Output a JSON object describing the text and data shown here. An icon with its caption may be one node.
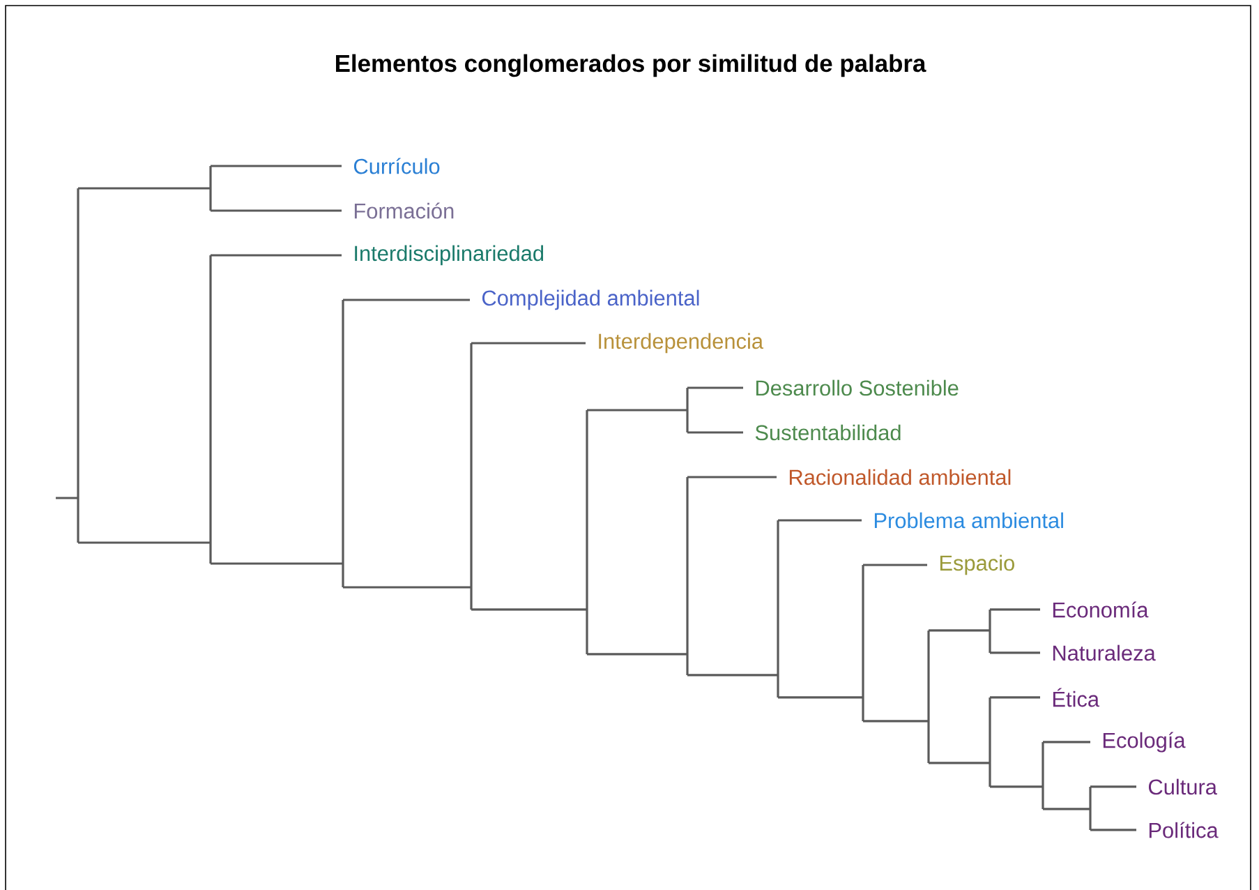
{
  "diagram": {
    "title": "Elementos conglomerados por similitud de palabra",
    "nodes": [
      {
        "text": [
          "Currículo"
        ]
      },
      {
        "text": [
          "Formación"
        ]
      },
      {
        "text": [
          "Interdisciplinariedad"
        ]
      },
      {
        "text": [
          "Complejidad ambiental"
        ]
      },
      {
        "text": [
          "Interdependencia"
        ]
      },
      {
        "text": [
          "Desarrollo Sostenible"
        ]
      },
      {
        "text": [
          "Sustentabilidad"
        ]
      },
      {
        "text": [
          "Racionalidad ambiental"
        ]
      },
      {
        "text": [
          "Problema ambiental"
        ]
      },
      {
        "text": [
          "Espacio"
        ]
      },
      {
        "text": [
          "Economía"
        ]
      },
      {
        "text": [
          "Naturaleza"
        ]
      },
      {
        "text": [
          "Ética"
        ]
      },
      {
        "text": [
          "Ecología"
        ]
      },
      {
        "text": [
          "Cultura"
        ]
      },
      {
        "text": [
          "Política"
        ]
      },
      {
        "text": [],
        "shape": "bar"
      },
      {
        "text": [],
        "shape": "bar"
      },
      {
        "text": [],
        "shape": "bar"
      },
      {
        "text": [],
        "shape": "bar"
      },
      {
        "text": [],
        "shape": "bar"
      },
      {
        "text": [],
        "shape": "bar"
      },
      {
        "text": [],
        "shape": "bar"
      },
      {
        "text": [],
        "shape": "bar"
      },
      {
        "text": [],
        "shape": "bar"
      },
      {
        "text": [],
        "shape": "bar"
      },
      {
        "text": [],
        "shape": "bar"
      },
      {
        "text": [],
        "shape": "bar"
      },
      {
        "text": [],
        "shape": "bar"
      },
      {
        "text": [],
        "shape": "bar"
      },
      {
        "text": [],
        "shape": "bar"
      }
    ],
    "edges": [
      {
        "from": null,
        "to": 16,
        "arrow": "none"
      },
      {
        "from": 16,
        "to": 17,
        "arrow": "none"
      },
      {
        "from": 16,
        "to": 18,
        "arrow": "none"
      },
      {
        "from": 17,
        "to": 0,
        "arrow": "none"
      },
      {
        "from": 17,
        "to": 1,
        "arrow": "none"
      },
      {
        "from": 18,
        "to": 2,
        "arrow": "none"
      },
      {
        "from": 18,
        "to": 19,
        "arrow": "none"
      },
      {
        "from": 19,
        "to": 3,
        "arrow": "none"
      },
      {
        "from": 19,
        "to": 20,
        "arrow": "none"
      },
      {
        "from": 20,
        "to": 4,
        "arrow": "none"
      },
      {
        "from": 20,
        "to": 21,
        "arrow": "none"
      },
      {
        "from": 21,
        "to": 22,
        "arrow": "none"
      },
      {
        "from": 21,
        "to": 23,
        "arrow": "none"
      },
      {
        "from": 22,
        "to": 5,
        "arrow": "none"
      },
      {
        "from": 22,
        "to": 6,
        "arrow": "none"
      },
      {
        "from": 23,
        "to": 7,
        "arrow": "none"
      },
      {
        "from": 23,
        "to": 24,
        "arrow": "none"
      },
      {
        "from": 24,
        "to": 8,
        "arrow": "none"
      },
      {
        "from": 24,
        "to": 25,
        "arrow": "none"
      },
      {
        "from": 25,
        "to": 9,
        "arrow": "none"
      },
      {
        "from": 25,
        "to": 26,
        "arrow": "none"
      },
      {
        "from": 26,
        "to": 27,
        "arrow": "none"
      },
      {
        "from": 26,
        "to": 28,
        "arrow": "none"
      },
      {
        "from": 27,
        "to": 10,
        "arrow": "none"
      },
      {
        "from": 27,
        "to": 11,
        "arrow": "none"
      },
      {
        "from": 28,
        "to": 12,
        "arrow": "none"
      },
      {
        "from": 28,
        "to": 29,
        "arrow": "none"
      },
      {
        "from": 29,
        "to": 13,
        "arrow": "none"
      },
      {
        "from": 29,
        "to": 30,
        "arrow": "none"
      },
      {
        "from": 30,
        "to": 14,
        "arrow": "none"
      },
      {
        "from": 30,
        "to": 15,
        "arrow": "none"
      }
    ]
  }
}
